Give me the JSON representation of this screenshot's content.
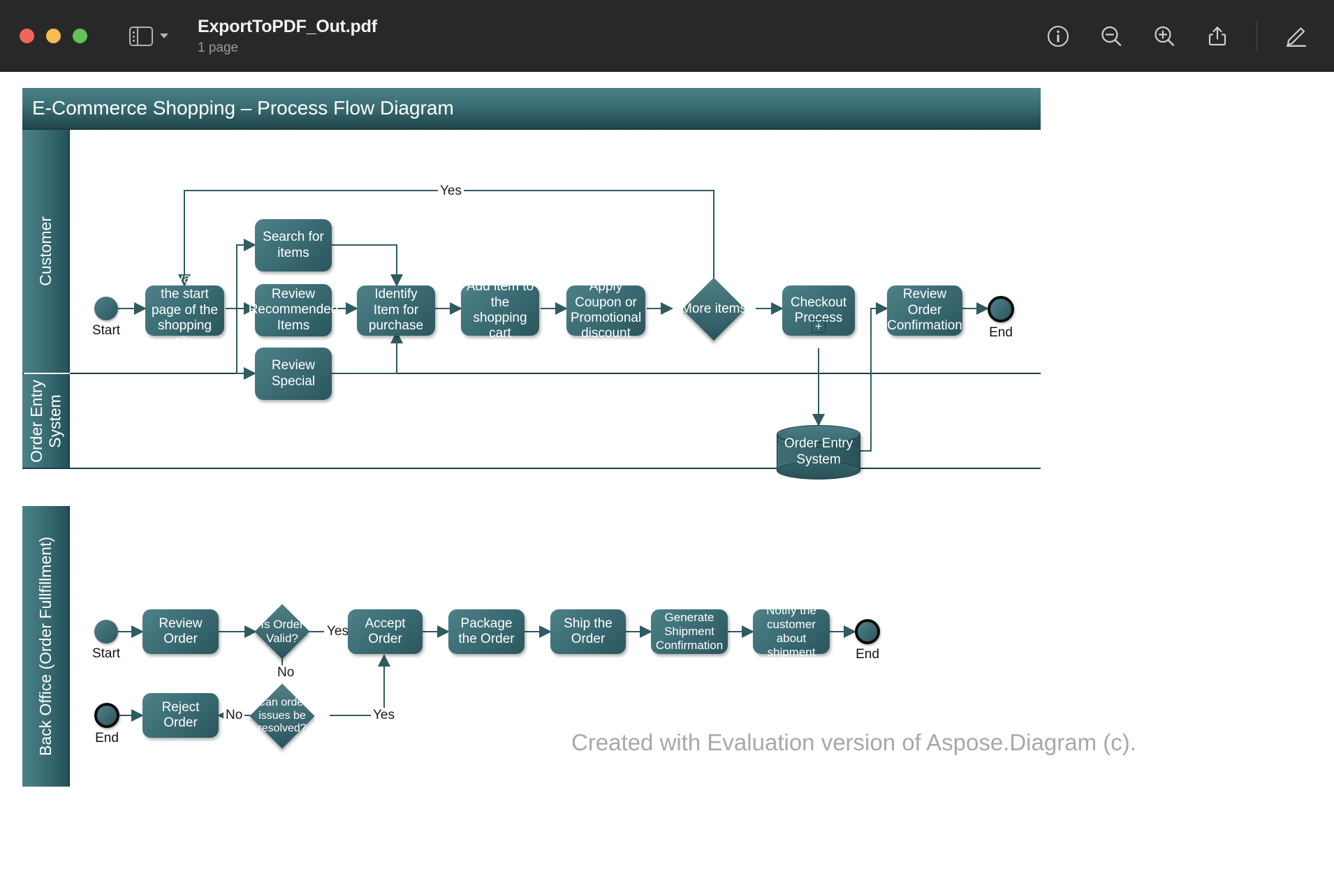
{
  "window": {
    "title": "ExportToPDF_Out.pdf",
    "subtitle": "1 page",
    "traffic_lights": [
      "close",
      "minimize",
      "zoom"
    ],
    "sidebar_toggle_label": "Sidebar",
    "toolbar": [
      {
        "name": "info-icon",
        "label": "Info"
      },
      {
        "name": "zoom-out-icon",
        "label": "Zoom Out"
      },
      {
        "name": "zoom-in-icon",
        "label": "Zoom In"
      },
      {
        "name": "share-icon",
        "label": "Share"
      },
      {
        "name": "markup-icon",
        "label": "Markup"
      }
    ],
    "colors": {
      "titlebar_bg": "#282828",
      "accent_teal": "#3d6f77",
      "lane_dark": "#1d3c40",
      "connector": "#2f5b61"
    }
  },
  "diagram": {
    "title": "E-Commerce Shopping – Process Flow Diagram",
    "watermark": "Created with Evaluation version of Aspose.Diagram (c).",
    "pool_top": {
      "lanes": [
        {
          "label": "Customer"
        },
        {
          "label": "Order Entry\nSystem"
        }
      ],
      "nodes": {
        "start": "Start",
        "navigate": "Nativate to the start page of the shopping site",
        "search": "Search for items",
        "review_recommended": "Review Recommended Items",
        "review_special": "Review Special",
        "identify": "Identify Item for purchase",
        "add_cart": "Add item to the shopping cart",
        "coupon": "Apply Coupon or Promotional discount",
        "more_items": "More items",
        "checkout": "Checkout Process",
        "checkout_marker": "+",
        "review_conf": "Review Order Confirmation",
        "end": "End",
        "datastore": "Order Entry System"
      },
      "flow_labels": {
        "yes": "Yes"
      }
    },
    "pool_bottom": {
      "lanes": [
        {
          "label": "Back Office (Order Fullfillment)"
        }
      ],
      "nodes": {
        "start": "Start",
        "review_order": "Review Order",
        "is_valid": "Is Order Valid?",
        "accept": "Accept Order",
        "package": "Package the Order",
        "ship": "Ship the Order",
        "generate": "Generate Shipment Confirmation",
        "notify": "Notify the customer about shipment",
        "end": "End",
        "can_resolve": "Can order issues be resolved?",
        "reject": "Reject Order",
        "end_reject": "End"
      },
      "flow_labels": {
        "yes": "Yes",
        "no": "No",
        "yes2": "Yes",
        "no2": "No"
      }
    }
  }
}
